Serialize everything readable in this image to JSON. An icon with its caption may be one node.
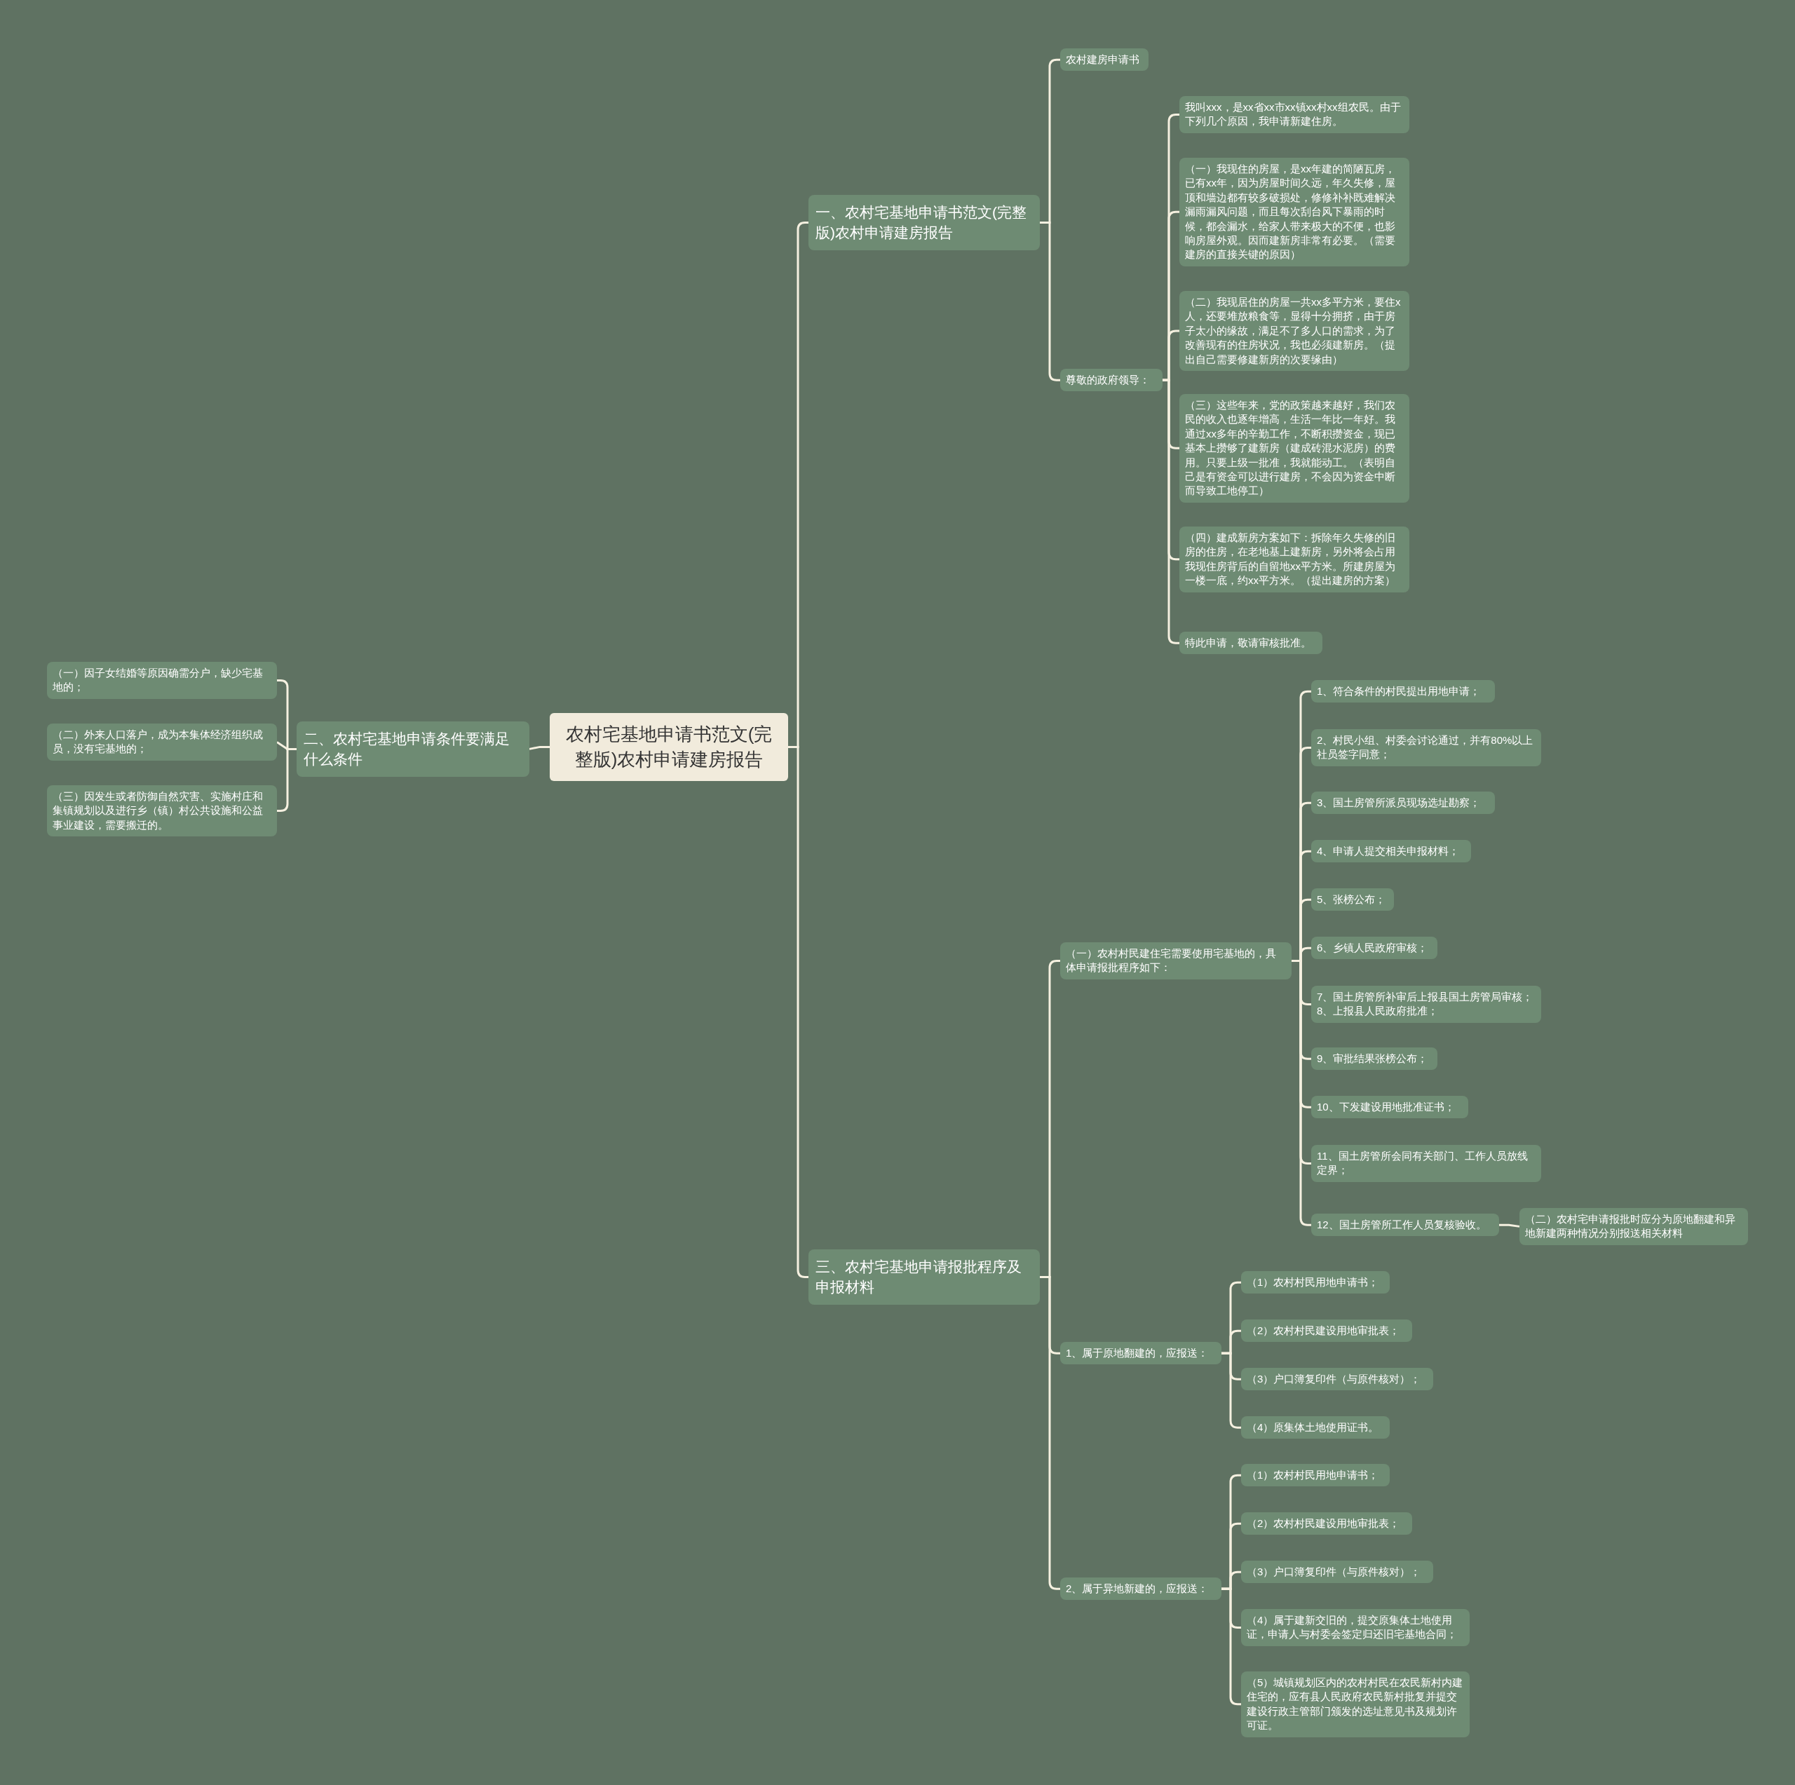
{
  "diagram": {
    "nodes": [
      {
        "text": [
          "农村宅基地申请书范文(完整版)农村申请建房报告"
        ]
      },
      {
        "text": [
          "一、农村宅基地申请书范文(完整版)农村申请建房报告"
        ]
      },
      {
        "text": [
          "农村建房申请书"
        ]
      },
      {
        "text": [
          "尊敬的政府领导："
        ]
      },
      {
        "text": [
          "我叫xxx，是xx省xx市xx镇xx村xx组农民。由于下列几个原因，我申请新建住房。"
        ]
      },
      {
        "text": [
          "（一）我现住的房屋，是xx年建的简陋瓦房，已有xx年，因为房屋时间久远，年久失修，屋顶和墙边都有较多破损处，修修补补既难解决漏雨漏风问题，而且每次刮台风下暴雨的时候，都会漏水，给家人带来极大的不便，也影响房屋外观。因而建新房非常有必要。（需要建房的直接关键的原因）"
        ]
      },
      {
        "text": [
          "（二）我现居住的房屋一共xx多平方米，要住x人，还要堆放粮食等，显得十分拥挤，由于房子太小的缘故，满足不了多人口的需求，为了改善现有的住房状况，我也必须建新房。（提出自己需要修建新房的次要缘由）"
        ]
      },
      {
        "text": [
          "（三）这些年来，党的政策越来越好，我们农民的收入也逐年增高，生活一年比一年好。我通过xx多年的辛勤工作，不断积攒资金，现已基本上攒够了建新房（建成砖混水泥房）的费用。只要上级一批准，我就能动工。（表明自己是有资金可以进行建房，不会因为资金中断而导致工地停工）"
        ]
      },
      {
        "text": [
          "（四）建成新房方案如下：拆除年久失修的旧房的住房，在老地基上建新房，另外将会占用我现住房背后的自留地xx平方米。所建房屋为一楼一底，约xx平方米。（提出建房的方案）"
        ]
      },
      {
        "text": [
          "特此申请，敬请审核批准。"
        ]
      },
      {
        "text": [
          "二、农村宅基地申请条件要满足什么条件"
        ]
      },
      {
        "text": [
          "（一）因子女结婚等原因确需分户，缺少宅基地的；"
        ]
      },
      {
        "text": [
          "（二）外来人口落户，成为本集体经济组织成员，没有宅基地的；"
        ]
      },
      {
        "text": [
          "（三）因发生或者防御自然灾害、实施村庄和集镇规划以及进行乡（镇）村公共设施和公益事业建设，需要搬迁的。"
        ]
      },
      {
        "text": [
          "三、农村宅基地申请报批程序及申报材料"
        ]
      },
      {
        "text": [
          "（一）农村村民建住宅需要使用宅基地的，具体申请报批程序如下："
        ]
      },
      {
        "text": [
          "1、符合条件的村民提出用地申请；"
        ]
      },
      {
        "text": [
          "2、村民小组、村委会讨论通过，并有80%以上社员签字同意；"
        ]
      },
      {
        "text": [
          "3、国土房管所派员现场选址勘察；"
        ]
      },
      {
        "text": [
          "4、申请人提交相关申报材料；"
        ]
      },
      {
        "text": [
          "5、张榜公布；"
        ]
      },
      {
        "text": [
          "6、乡镇人民政府审核；"
        ]
      },
      {
        "text": [
          "7、国土房管所补审后上报县国土房管局审核；8、上报县人民政府批准；"
        ]
      },
      {
        "text": [
          "9、审批结果张榜公布；"
        ]
      },
      {
        "text": [
          "10、下发建设用地批准证书；"
        ]
      },
      {
        "text": [
          "11、国土房管所会同有关部门、工作人员放线定界；"
        ]
      },
      {
        "text": [
          "12、国土房管所工作人员复核验收。"
        ]
      },
      {
        "text": [
          "（二）农村宅申请报批时应分为原地翻建和异地新建两种情况分别报送相关材料"
        ]
      },
      {
        "text": [
          "1、属于原地翻建的，应报送："
        ]
      },
      {
        "text": [
          "（1）农村村民用地申请书；"
        ]
      },
      {
        "text": [
          "（2）农村村民建设用地审批表；"
        ]
      },
      {
        "text": [
          "（3）户口簿复印件（与原件核对）；"
        ]
      },
      {
        "text": [
          "（4）原集体土地使用证书。"
        ]
      },
      {
        "text": [
          "2、属于异地新建的，应报送："
        ]
      },
      {
        "text": [
          "（1）农村村民用地申请书；"
        ]
      },
      {
        "text": [
          "（2）农村村民建设用地审批表；"
        ]
      },
      {
        "text": [
          "（3）户口簿复印件（与原件核对）；"
        ]
      },
      {
        "text": [
          "（4）属于建新交旧的，提交原集体土地使用证，申请人与村委会签定归还旧宅基地合同；"
        ]
      },
      {
        "text": [
          "（5）城镇规划区内的农村村民在农民新村内建住宅的，应有县人民政府农民新村批复并提交建设行政主管部门颁发的选址意见书及规划许可证。"
        ]
      }
    ],
    "edges": [
      {
        "from": 0,
        "to": 1,
        "arrow": "none"
      },
      {
        "from": 1,
        "to": 2,
        "arrow": "none"
      },
      {
        "from": 1,
        "to": 3,
        "arrow": "none"
      },
      {
        "from": 3,
        "to": 4,
        "arrow": "none"
      },
      {
        "from": 3,
        "to": 5,
        "arrow": "none"
      },
      {
        "from": 3,
        "to": 6,
        "arrow": "none"
      },
      {
        "from": 3,
        "to": 7,
        "arrow": "none"
      },
      {
        "from": 3,
        "to": 8,
        "arrow": "none"
      },
      {
        "from": 3,
        "to": 9,
        "arrow": "none"
      },
      {
        "from": 0,
        "to": 10,
        "arrow": "none"
      },
      {
        "from": 10,
        "to": 11,
        "arrow": "none"
      },
      {
        "from": 10,
        "to": 12,
        "arrow": "none"
      },
      {
        "from": 10,
        "to": 13,
        "arrow": "none"
      },
      {
        "from": 0,
        "to": 14,
        "arrow": "none"
      },
      {
        "from": 14,
        "to": 15,
        "arrow": "none"
      },
      {
        "from": 15,
        "to": 16,
        "arrow": "none"
      },
      {
        "from": 15,
        "to": 17,
        "arrow": "none"
      },
      {
        "from": 15,
        "to": 18,
        "arrow": "none"
      },
      {
        "from": 15,
        "to": 19,
        "arrow": "none"
      },
      {
        "from": 15,
        "to": 20,
        "arrow": "none"
      },
      {
        "from": 15,
        "to": 21,
        "arrow": "none"
      },
      {
        "from": 15,
        "to": 22,
        "arrow": "none"
      },
      {
        "from": 15,
        "to": 23,
        "arrow": "none"
      },
      {
        "from": 15,
        "to": 24,
        "arrow": "none"
      },
      {
        "from": 15,
        "to": 25,
        "arrow": "none"
      },
      {
        "from": 15,
        "to": 26,
        "arrow": "none"
      },
      {
        "from": 26,
        "to": 27,
        "arrow": "none"
      },
      {
        "from": 14,
        "to": 28,
        "arrow": "none"
      },
      {
        "from": 28,
        "to": 29,
        "arrow": "none"
      },
      {
        "from": 28,
        "to": 30,
        "arrow": "none"
      },
      {
        "from": 28,
        "to": 31,
        "arrow": "none"
      },
      {
        "from": 28,
        "to": 32,
        "arrow": "none"
      },
      {
        "from": 14,
        "to": 33,
        "arrow": "none"
      },
      {
        "from": 33,
        "to": 34,
        "arrow": "none"
      },
      {
        "from": 33,
        "to": 35,
        "arrow": "none"
      },
      {
        "from": 33,
        "to": 36,
        "arrow": "none"
      },
      {
        "from": 33,
        "to": 37,
        "arrow": "none"
      },
      {
        "from": 33,
        "to": 38,
        "arrow": "none"
      }
    ]
  }
}
